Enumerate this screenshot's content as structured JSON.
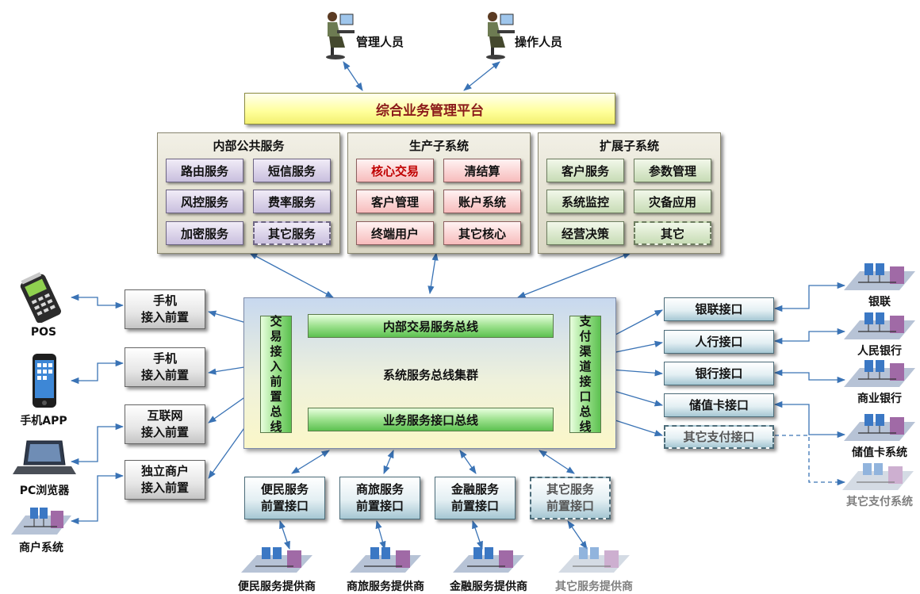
{
  "personnel": {
    "admin": "管理人员",
    "operator": "操作人员"
  },
  "platform": {
    "title": "综合业务管理平台"
  },
  "groups": [
    {
      "title": "内部公共服务",
      "items": [
        "路由服务",
        "短信服务",
        "风控服务",
        "费率服务",
        "加密服务",
        "其它服务"
      ]
    },
    {
      "title": "生产子系统",
      "items": [
        "核心交易",
        "清结算",
        "客户管理",
        "账户系统",
        "终端用户",
        "其它核心"
      ]
    },
    {
      "title": "扩展子系统",
      "items": [
        "客户服务",
        "参数管理",
        "系统监控",
        "灾备应用",
        "经营决策",
        "其它"
      ]
    }
  ],
  "core": {
    "center_label": "系统服务总线集群",
    "internal_bus": "内部交易服务总线",
    "business_bus": "业务服务接口总线",
    "left_bus": [
      "交",
      "易",
      "接",
      "入",
      "前",
      "置",
      "总",
      "线"
    ],
    "right_bus": [
      "支",
      "付",
      "渠",
      "道",
      "接",
      "口",
      "总",
      "线"
    ]
  },
  "front_ends": [
    {
      "line1": "手机",
      "line2": "接入前置"
    },
    {
      "line1": "手机",
      "line2": "接入前置"
    },
    {
      "line1": "互联网",
      "line2": "接入前置"
    },
    {
      "line1": "独立商户",
      "line2": "接入前置"
    }
  ],
  "clients": {
    "pos": "POS",
    "app": "手机APP",
    "pc": "PC浏览器",
    "merchant": "商户系统"
  },
  "payment_interfaces": [
    "银联接口",
    "人行接口",
    "银行接口",
    "储值卡接口",
    "其它支付接口"
  ],
  "payment_systems": [
    "银联",
    "人民银行",
    "商业银行",
    "储值卡系统",
    "其它支付系统"
  ],
  "service_interfaces": [
    {
      "line1": "便民服务",
      "line2": "前置接口"
    },
    {
      "line1": "商旅服务",
      "line2": "前置接口"
    },
    {
      "line1": "金融服务",
      "line2": "前置接口"
    },
    {
      "line1": "其它服务",
      "line2": "前置接口"
    }
  ],
  "providers": [
    "便民服务提供商",
    "商旅服务提供商",
    "金融服务提供商",
    "其它服务提供商"
  ],
  "colors": {
    "connector": "#3a73b5",
    "platform_text": "#8b1a1a",
    "highlight_text": "#c00000"
  }
}
